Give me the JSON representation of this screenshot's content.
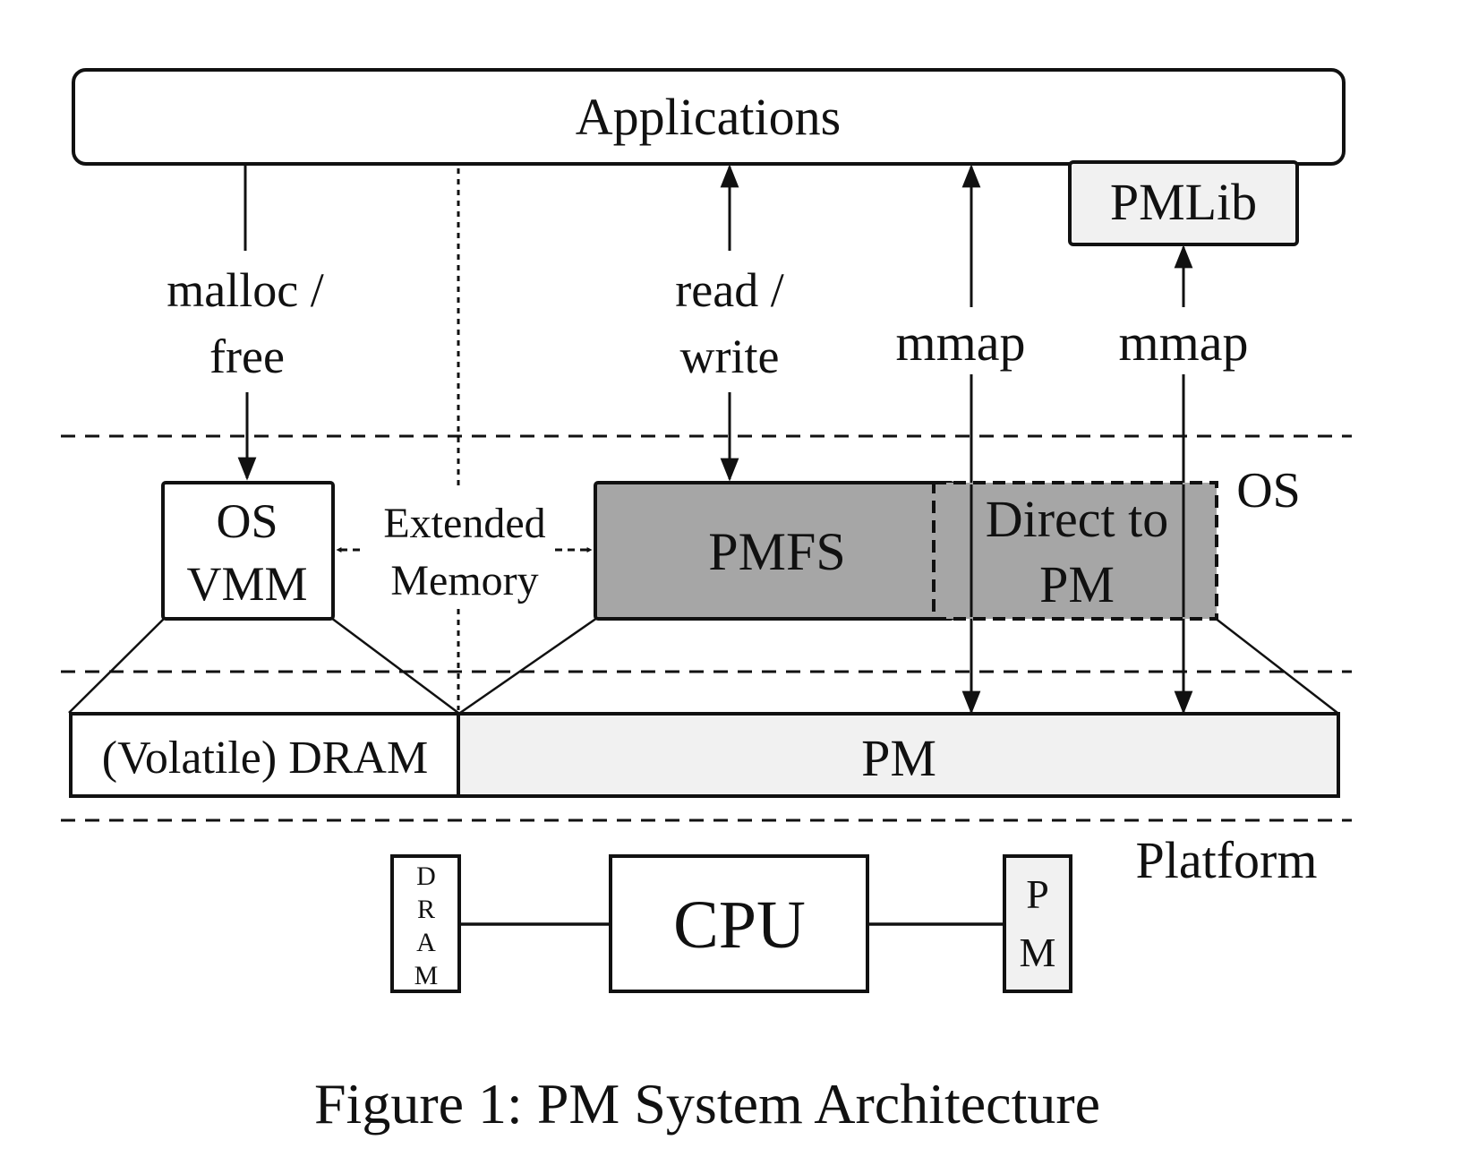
{
  "diagram": {
    "applications": {
      "label": "Applications"
    },
    "pmlib": {
      "label": "PMLib"
    },
    "interfaces": {
      "malloc": {
        "line1": "malloc /",
        "line2": "free"
      },
      "readwrite": {
        "line1": "read /",
        "line2": "write"
      },
      "mmap_direct": {
        "label": "mmap"
      },
      "mmap_lib": {
        "label": "mmap"
      }
    },
    "os_vmm": {
      "line1": "OS",
      "line2": "VMM"
    },
    "extended_memory": {
      "line1": "Extended",
      "line2": "Memory"
    },
    "pmfs": {
      "label": "PMFS"
    },
    "direct_to_pm": {
      "line1": "Direct to",
      "line2": "PM"
    },
    "layer_labels": {
      "os": "OS",
      "platform": "Platform"
    },
    "memory": {
      "dram": "(Volatile) DRAM",
      "pm": "PM"
    },
    "platform": {
      "cpu": "CPU",
      "dram_chip": [
        "D",
        "R",
        "A",
        "M"
      ],
      "pm_chip": [
        "P",
        "M"
      ]
    },
    "caption": "Figure 1: PM System Architecture",
    "colors": {
      "pmfs_fill": "#a6a6a6",
      "light_fill": "#f1f1f1",
      "line": "#111111"
    }
  }
}
